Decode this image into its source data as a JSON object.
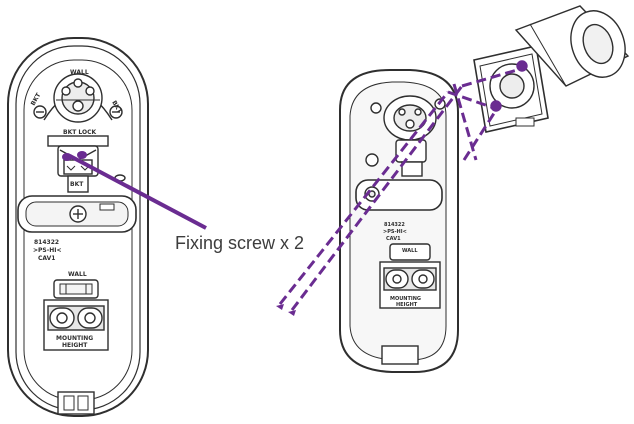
{
  "callout": {
    "text": "Fixing screw x 2",
    "quantity": 2
  },
  "colors": {
    "accent": "#6a2c91",
    "line": "#2f2f2f",
    "fill": "#ffffff",
    "shade": "#d8d8d8"
  },
  "labels": {
    "wall_top": "WALL",
    "bkt_left": "BKT",
    "bkt_right": "BKT",
    "bkt_lock": "BKT LOCK",
    "bkt_bottom": "BKT",
    "code_line1": "814322",
    "code_line2": ">PS-HI<",
    "code_line3": "CAV1",
    "wall_lower": "WALL",
    "mounting": "MOUNTING",
    "height": "HEIGHT",
    "r_code_line1": "814322",
    "r_code_line2": ">PS-HI<",
    "r_code_line3": "CAV1",
    "r_wall": "WALL",
    "r_mounting": "MOUNTING",
    "r_height": "HEIGHT"
  }
}
